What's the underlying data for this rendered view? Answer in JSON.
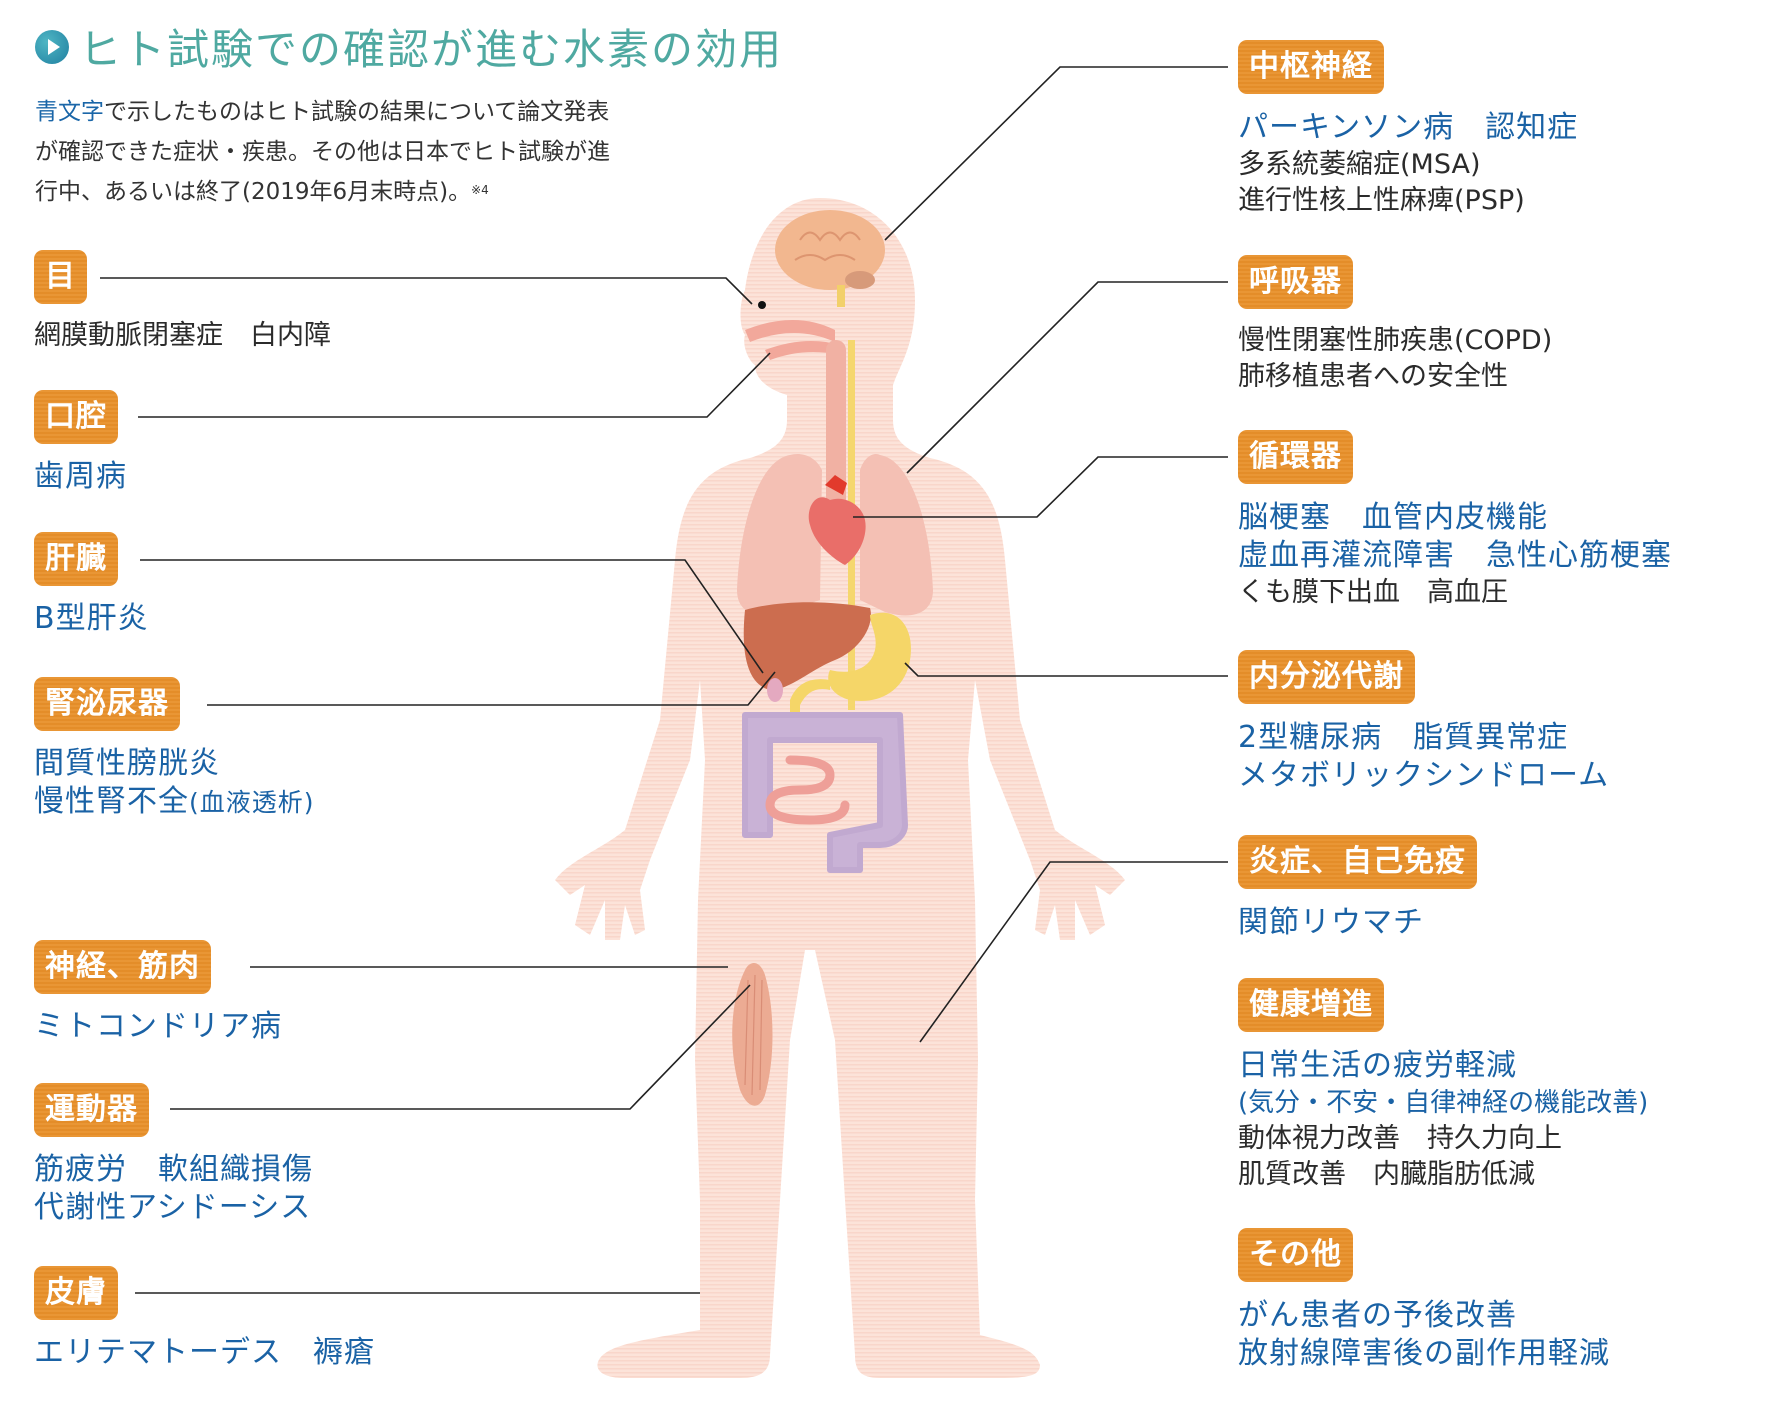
{
  "title": "ヒト試験での確認が進む水素の効用",
  "intro": {
    "highlight": "青文字",
    "text_line1": "で示したものはヒト試験の結果について論文発表",
    "text_line2": "が確認できた症状・疾患。その他は日本でヒト試験が進",
    "text_line3": "行中、あるいは終了(2019年6月末時点)。",
    "footnote": "※4"
  },
  "colors": {
    "badge": "#e8902a",
    "confirmed_text": "#1a62a5",
    "other_text": "#2b2b2b",
    "title": "#4fa9a1",
    "body": "#fbe0d6"
  },
  "left": [
    {
      "label": "目",
      "confirmed": [],
      "other": [
        "網膜動脈閉塞症　白内障"
      ]
    },
    {
      "label": "口腔",
      "confirmed": [
        "歯周病"
      ],
      "other": []
    },
    {
      "label": "肝臓",
      "confirmed": [
        "B型肝炎"
      ],
      "other": []
    },
    {
      "label": "腎泌尿器",
      "confirmed": [
        "間質性膀胱炎",
        "慢性腎不全",
        "(血液透析)"
      ],
      "other": []
    },
    {
      "label": "神経、筋肉",
      "confirmed": [
        "ミトコンドリア病"
      ],
      "other": []
    },
    {
      "label": "運動器",
      "confirmed": [
        "筋疲労　軟組織損傷",
        "代謝性アシドーシス"
      ],
      "other": []
    },
    {
      "label": "皮膚",
      "confirmed": [
        "エリテマトーデス　褥瘡"
      ],
      "other": []
    }
  ],
  "right": [
    {
      "label": "中枢神経",
      "confirmed": [
        "パーキンソン病　認知症"
      ],
      "other": [
        "多系統萎縮症(MSA)",
        "進行性核上性麻痺(PSP)"
      ]
    },
    {
      "label": "呼吸器",
      "confirmed": [],
      "other": [
        "慢性閉塞性肺疾患(COPD)",
        "肺移植患者への安全性"
      ]
    },
    {
      "label": "循環器",
      "confirmed": [
        "脳梗塞　血管内皮機能",
        "虚血再灌流障害　急性心筋梗塞"
      ],
      "other": [
        "くも膜下出血　高血圧"
      ]
    },
    {
      "label": "内分泌代謝",
      "confirmed": [
        "2型糖尿病　脂質異常症",
        "メタボリックシンドローム"
      ],
      "other": []
    },
    {
      "label": "炎症、自己免疫",
      "confirmed": [
        "関節リウマチ"
      ],
      "other": []
    },
    {
      "label": "健康増進",
      "confirmed": [
        "日常生活の疲労軽減",
        "(気分・不安・自律神経の機能改善)"
      ],
      "other": [
        "動体視力改善　持久力向上",
        "肌質改善　内臓脂肪低減"
      ]
    },
    {
      "label": "その他",
      "confirmed": [
        "がん患者の予後改善",
        "放射線障害後の副作用軽減"
      ],
      "other": []
    }
  ]
}
